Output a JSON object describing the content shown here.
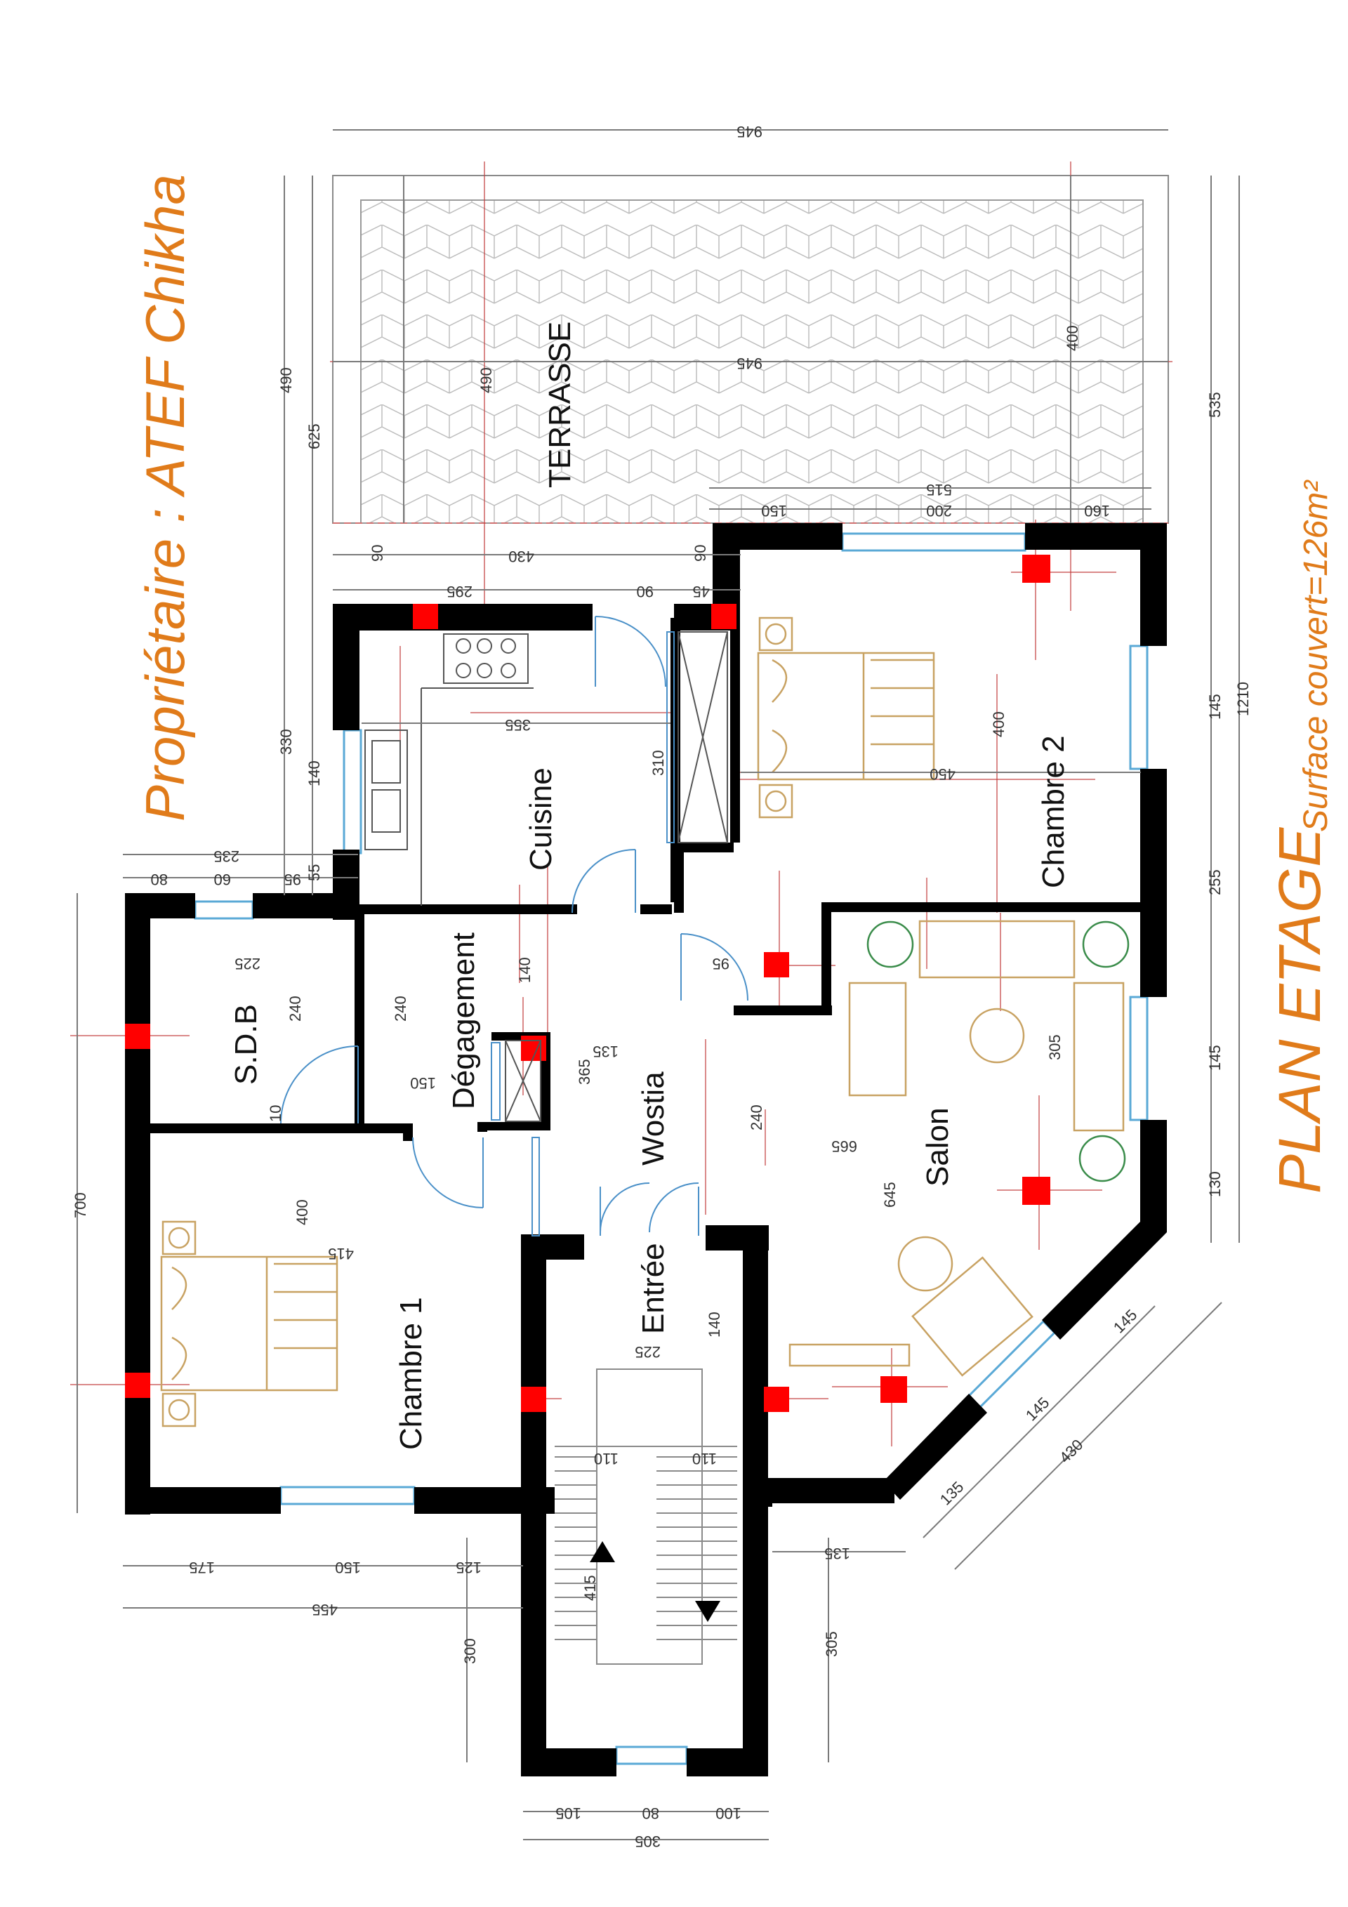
{
  "owner_label": "Propriétaire : ATEF  Chikha",
  "plan_title": "PLAN ETAGE",
  "surface_label": "Surface  couvert=126m²",
  "rooms": {
    "terrasse": "TERRASSE",
    "cuisine": "Cuisine",
    "chambre2": "Chambre 2",
    "degagement": "Dégagement",
    "sdb": "S.D.B",
    "wostia": "Wostia",
    "salon": "Salon",
    "entree": "Entrée",
    "chambre1": "Chambre 1"
  },
  "dims": {
    "d945_top": "945",
    "d945_mid": "945",
    "d490_left": "490",
    "d625": "625",
    "d490_in": "490",
    "d400_terr": "400",
    "d515": "515",
    "d150_t": "150",
    "d200_t": "200",
    "d160_t": "160",
    "d430_t": "430",
    "d90_a": "90",
    "d295": "295",
    "d90_b": "90",
    "d45": "45",
    "d90_c": "90",
    "d330": "330",
    "d140_l": "140",
    "d355": "355",
    "d310": "310",
    "d450": "450",
    "d400_c2": "400",
    "d235": "235",
    "d80_l": "80",
    "d60_l": "60",
    "d95_l": "95",
    "d55_l": "55",
    "d225_sdb": "225",
    "d95_w": "95",
    "d240_sdb": "240",
    "d240_deg": "240",
    "d140_deg": "140",
    "d150_deg": "150",
    "d135_w": "135",
    "d365": "365",
    "d10": "10",
    "d700": "700",
    "d400_c1": "400",
    "d415": "415",
    "d665": "665",
    "d240_w": "240",
    "d305_s": "305",
    "d645": "645",
    "d225_e": "225",
    "d140_e": "140",
    "d110_a": "110",
    "d110_b": "110",
    "d415_st": "415",
    "d135_b": "135",
    "d305_st": "305",
    "d300": "300",
    "d175": "175",
    "d150_b": "150",
    "d125": "125",
    "d455": "455",
    "d105": "105",
    "d80_b": "80",
    "d100": "100",
    "d305_b": "305",
    "d535": "535",
    "d145_r1": "145",
    "d1210": "1210",
    "d255": "255",
    "d145_r2": "145",
    "d130": "130",
    "d145_dg1": "145",
    "d145_dg2": "145",
    "d135_dg": "135",
    "d430_dg": "430"
  }
}
